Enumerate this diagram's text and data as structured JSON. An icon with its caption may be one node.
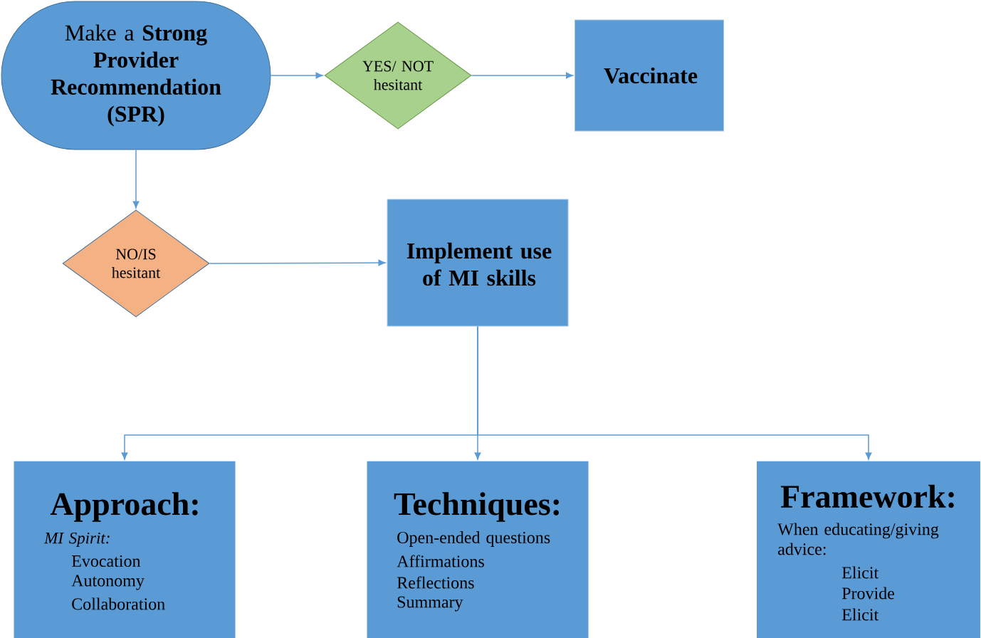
{
  "diagram": {
    "nodes": [
      {
        "text": [
          "Make a **Strong Provider Recommendation (SPR)**"
        ]
      },
      {
        "text": [
          "YES/ NOT hesitant"
        ]
      },
      {
        "text": [
          "Vaccinate"
        ]
      },
      {
        "text": [
          "NO/IS hesitant"
        ]
      },
      {
        "text": [
          "Implement use of MI skills"
        ]
      },
      {
        "text": [
          "Approach:",
          "MI Spirit:",
          "Evocation",
          "Autonomy",
          "Collaboration"
        ]
      },
      {
        "text": [
          "Techniques:",
          "Open-ended questions",
          "Affirmations",
          "Reflections",
          "Summary"
        ]
      },
      {
        "text": [
          "Framework:",
          "When educating/giving advice:",
          "Elicit",
          "Provide",
          "Elicit"
        ]
      }
    ],
    "edges": [
      {
        "from": 0,
        "to": 1,
        "arrow": "to"
      },
      {
        "from": 1,
        "to": 2,
        "arrow": "to"
      },
      {
        "from": 0,
        "to": 3,
        "arrow": "to"
      },
      {
        "from": 3,
        "to": 4,
        "arrow": "to"
      },
      {
        "from": 4,
        "to": 5,
        "arrow": "to"
      },
      {
        "from": 4,
        "to": 6,
        "arrow": "to"
      },
      {
        "from": 4,
        "to": 7,
        "arrow": "to"
      }
    ]
  }
}
